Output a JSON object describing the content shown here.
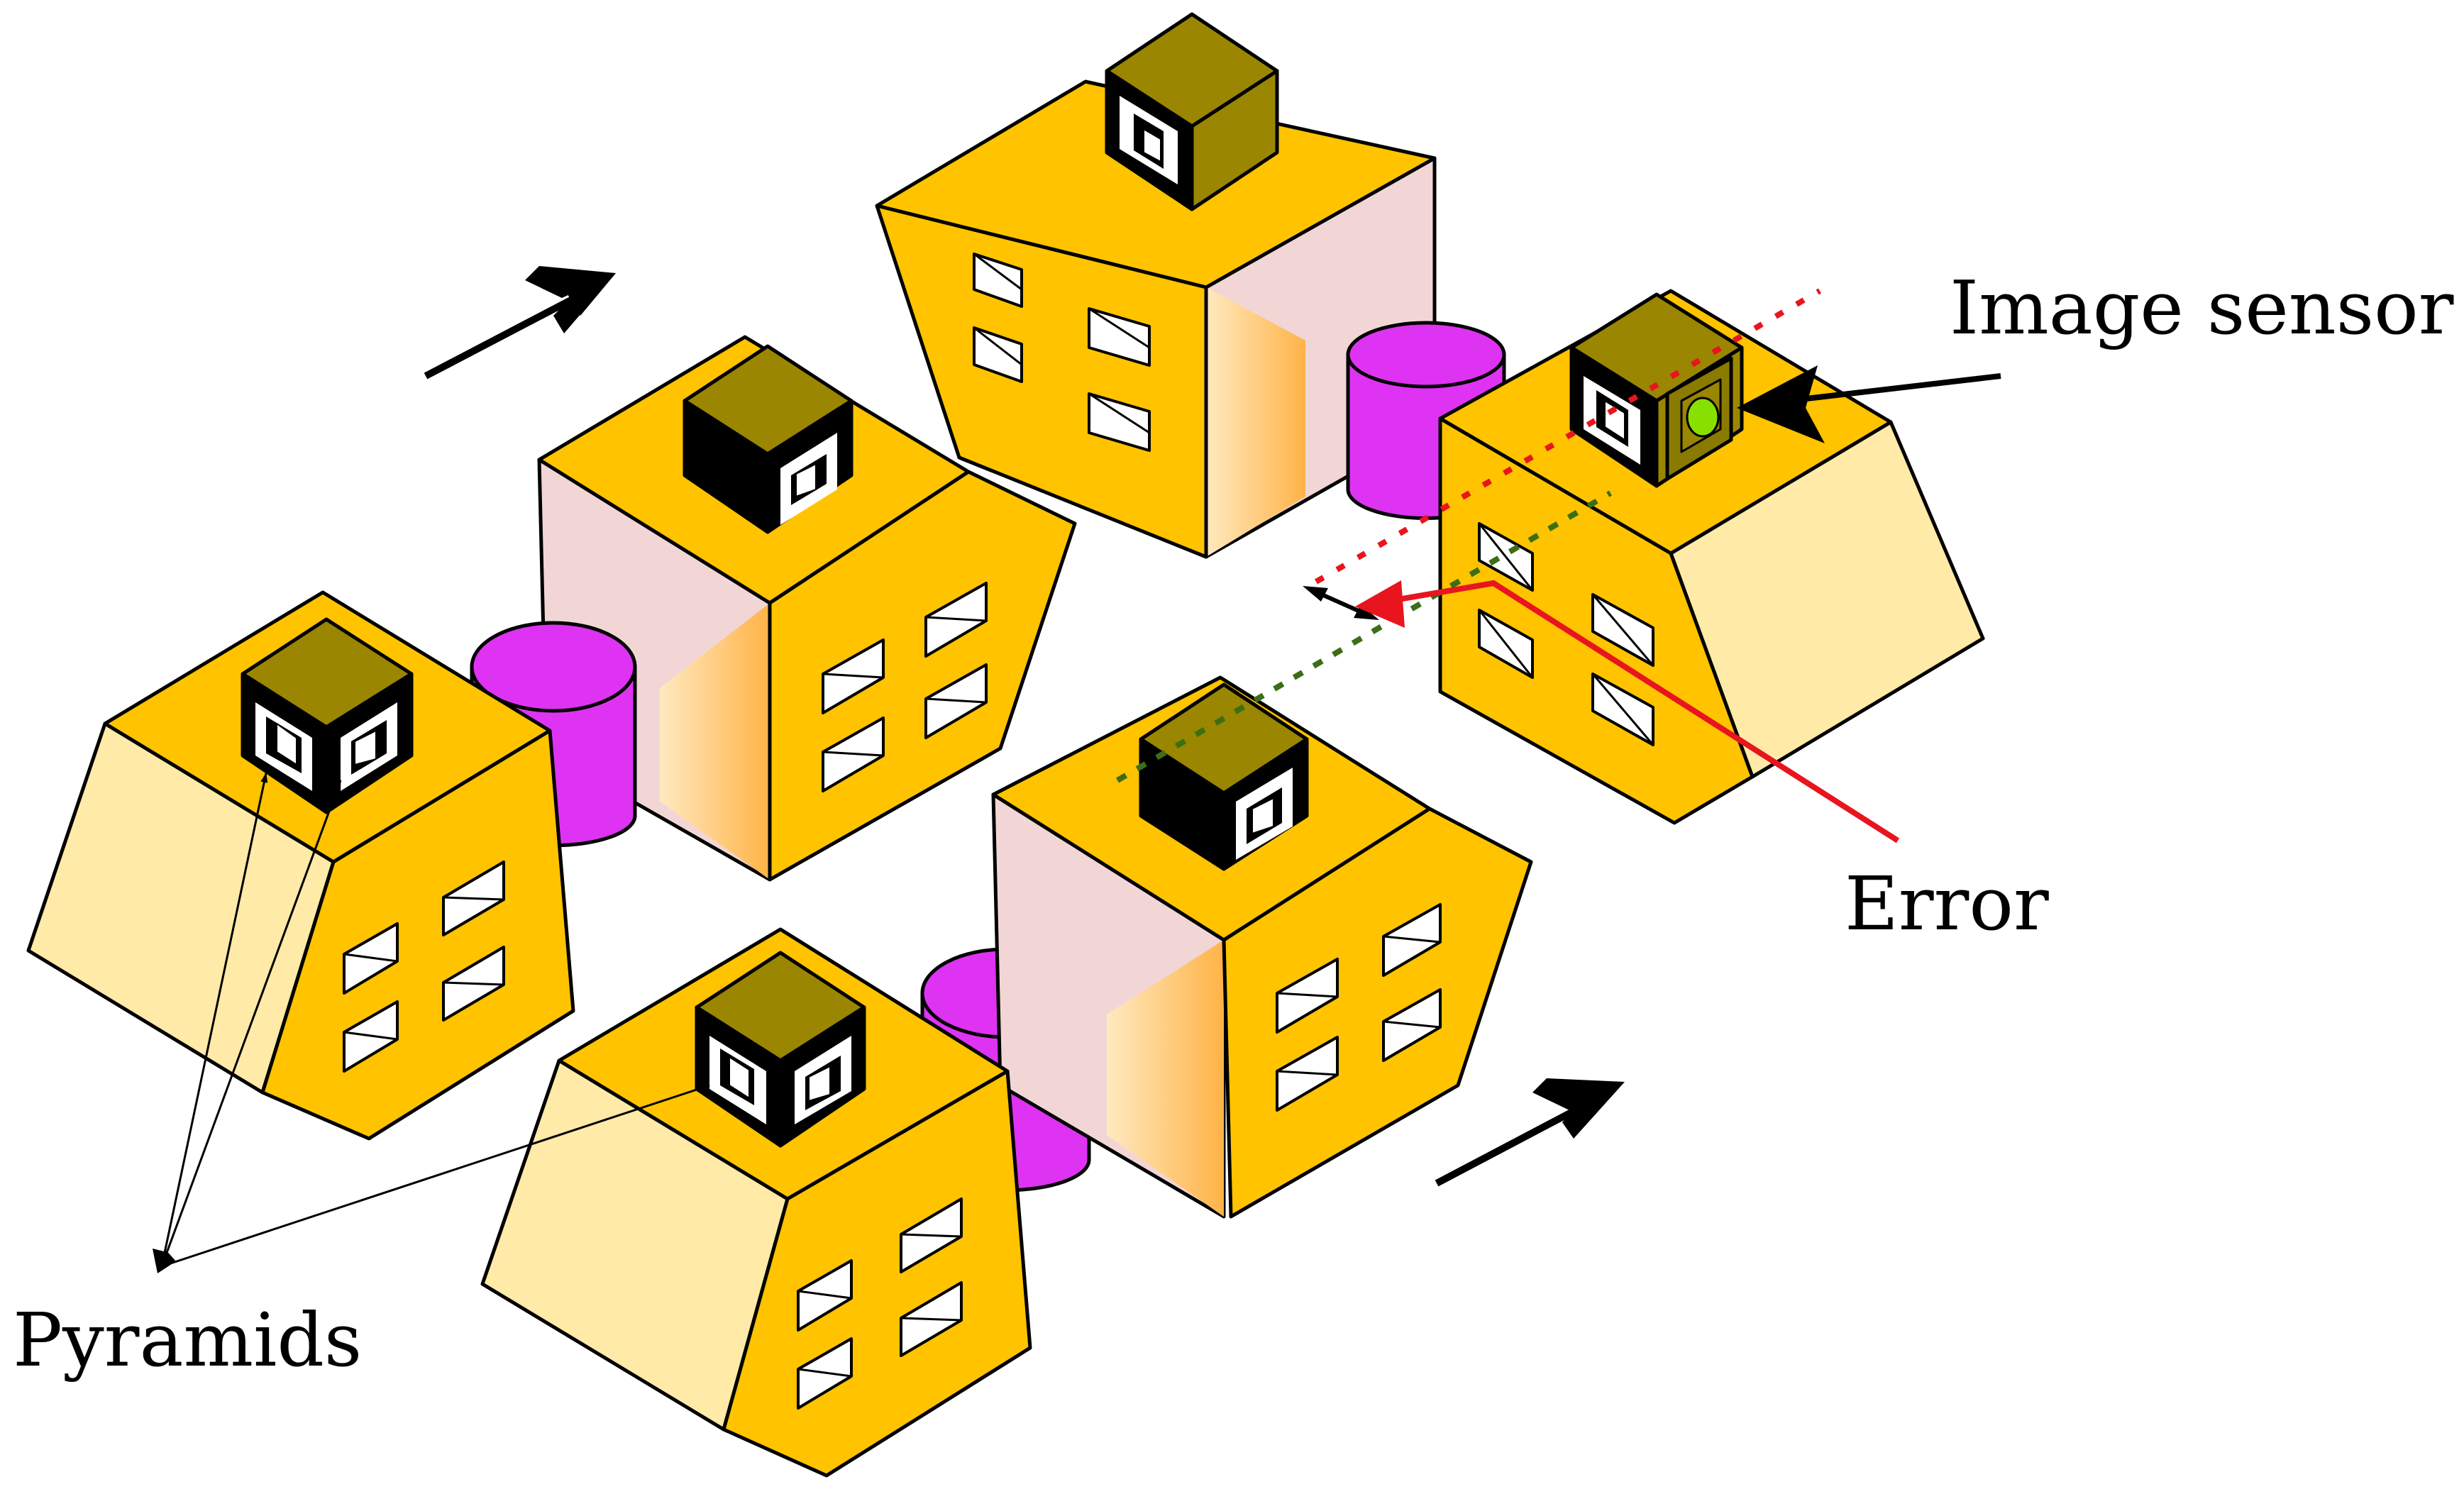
{
  "labels": {
    "image_sensor": "Image sensor",
    "error": "Error",
    "pyramids": "Pyramids"
  },
  "colors": {
    "module_top": "#ffc300",
    "module_side_light": "#ffeaa8",
    "module_side_pink": "#f2d6d6",
    "module_side_orange": "#ffbf5a",
    "connector": "#de33f2",
    "cube_top": "#9a8600",
    "marker_black": "#000000",
    "sensor_body": "#8a7a00",
    "sensor_lens": "#88e000",
    "error_line": "#e8151f",
    "reference_line": "#3d6e14"
  }
}
